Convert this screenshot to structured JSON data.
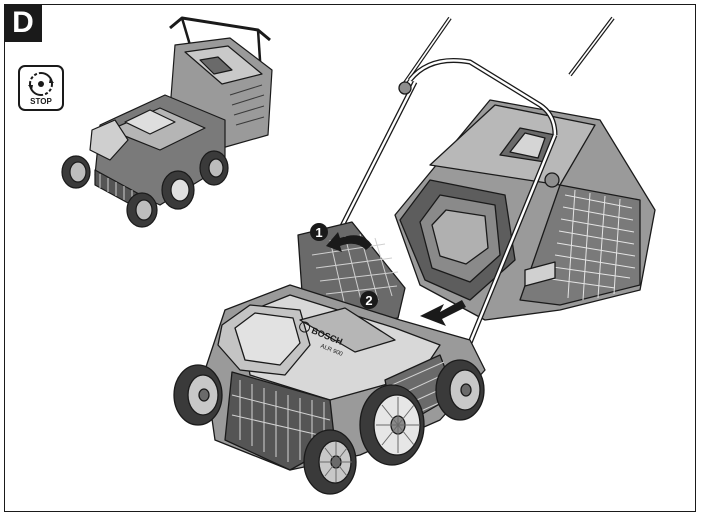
{
  "panel": {
    "label": "D"
  },
  "stop_icon": {
    "label": "STOP"
  },
  "steps": [
    {
      "number": "1"
    },
    {
      "number": "2"
    }
  ],
  "mower": {
    "brand": "BOSCH",
    "model": "ALR 900"
  },
  "colors": {
    "outline": "#1a1a1a",
    "body_dark": "#5d5d5d",
    "body_mid": "#8e8e8e",
    "body_light": "#c9c9c9",
    "tyre": "#3a3a3a",
    "background": "#ffffff"
  }
}
